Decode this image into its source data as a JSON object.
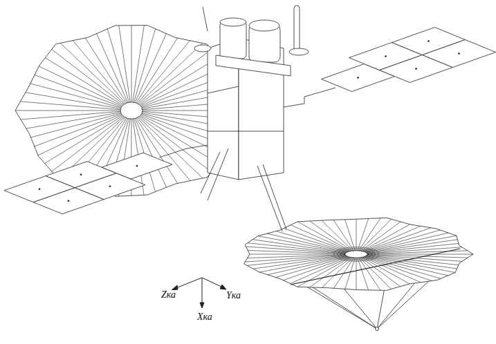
{
  "diagram": {
    "labels": [
      "Zка",
      "Yка",
      "Xка"
    ]
  }
}
